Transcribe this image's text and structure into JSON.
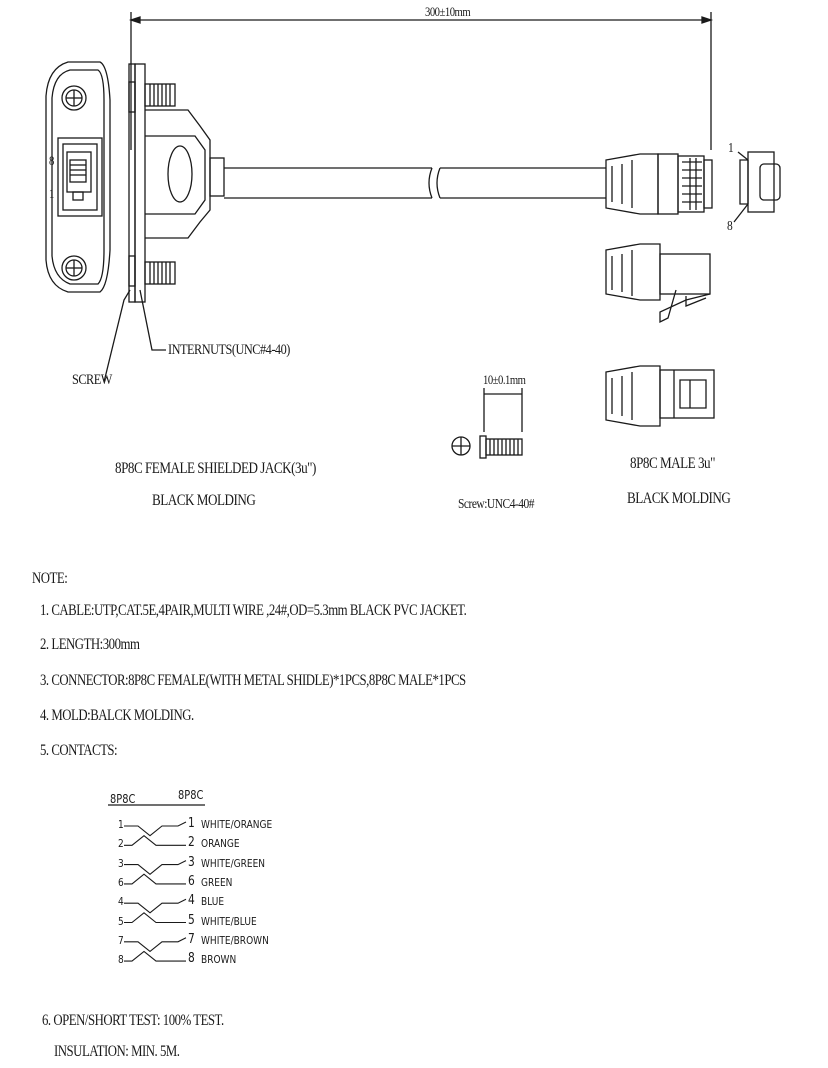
{
  "dimension_length": "300±10mm",
  "labels": {
    "pin_8": "8",
    "pin_1": "1",
    "internuts": "INTERNUTS(UNC#4-40)",
    "screw": "SCREW",
    "female_jack_line1": "8P8C FEMALE SHIELDED JACK(3u\")",
    "female_jack_line2": "BLACK MOLDING",
    "screw_dim": "10±0.1mm",
    "screw_spec": "Screw:UNC4-40#",
    "male_line1": "8P8C MALE 3u\"",
    "male_line2": "BLACK MOLDING",
    "plug_pin_1": "1",
    "plug_pin_8": "8"
  },
  "notes": {
    "heading": "NOTE:",
    "items": [
      "1.  CABLE:UTP,CAT.5E,4PAIR,MULTI WIRE ,24#,OD=5.3mm BLACK PVC JACKET.",
      "2. LENGTH:300mm",
      "3. CONNECTOR:8P8C FEMALE(WITH METAL SHIDLE)*1PCS,8P8C MALE*1PCS",
      "4. MOLD:BALCK MOLDING.",
      "5. CONTACTS:"
    ],
    "test_line1": "6. OPEN/SHORT TEST: 100% TEST.",
    "test_line2": "INSULATION: MIN. 5M."
  },
  "contacts": {
    "header_left": "8P8C",
    "header_right": "8P8C",
    "rows": [
      {
        "left": "1",
        "right": "1",
        "color": "WHITE/ORANGE"
      },
      {
        "left": "2",
        "right": "2",
        "color": "ORANGE"
      },
      {
        "left": "3",
        "right": "3",
        "color": "WHITE/GREEN"
      },
      {
        "left": "6",
        "right": "6",
        "color": "GREEN"
      },
      {
        "left": "4",
        "right": "4",
        "color": "BLUE"
      },
      {
        "left": "5",
        "right": "5",
        "color": "WHITE/BLUE"
      },
      {
        "left": "7",
        "right": "7",
        "color": "WHITE/BROWN"
      },
      {
        "left": "8",
        "right": "8",
        "color": "BROWN"
      }
    ]
  }
}
